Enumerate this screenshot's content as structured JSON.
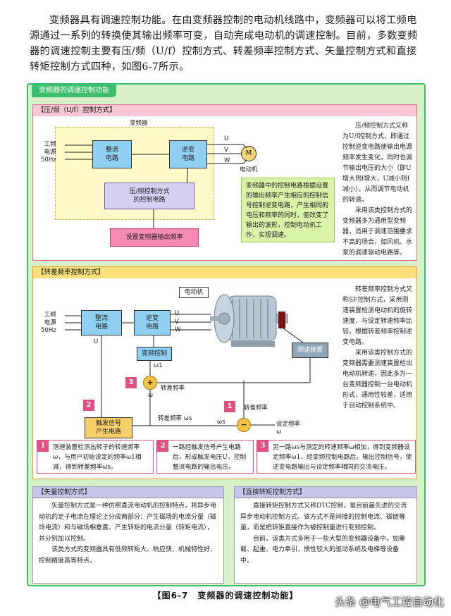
{
  "intro": "变频器具有调速控制功能。在由变频器控制的电动机线路中，变频器可以将工频电源通过一系列的转换使其输出频率可变，自动完成电动机的调速控制。目前，多数变频器的调速控制主要有压/频（U/f）控制方式、转差频率控制方式、矢量控制方式和直接转矩控制方式四种，如图6-7所示。",
  "frame_title": "变频器的调速控制功能",
  "panel1": {
    "title": "【压/频（U/f）控制方式】",
    "inverter_label": "变频器",
    "source_lines": [
      "工频",
      "电源",
      "50Hz"
    ],
    "rectifier": "整流\n电路",
    "inverter_circuit": "逆变\n电路",
    "uvw": [
      "U",
      "V",
      "W"
    ],
    "motor_symbol": "M",
    "motor_label": "电动机",
    "control_circuit": "压/频控制方式\n的控制电路",
    "set_freq": "设置变频器输出频率",
    "note": "变频器中的控制电路根据设置的输出频率产生相应的控制信号控制逆变电路，产生相同的电压和频率的同时，使改变了输出的波形，控制电动机工作，实现调速。",
    "side_p1": "压/频控制方式又称为U/f控制方式，即通过控制逆变电路使输出电源频率发生变化，同时也调节输出电压的大小（即U增大则f增大，U减小则f减小），从而调节电动机的转速。",
    "side_p2": "采用该类控制方式的变频器多为通用型变频器，适用于调速范围要求不高的场合，如风机、水泵的调速驱动电路等。"
  },
  "panel2": {
    "title": "【转差频率控制方式】",
    "source_lines": [
      "工频",
      "电源",
      "50Hz"
    ],
    "rectifier": "整流\n电路",
    "inverter_circuit": "逆变\n电路",
    "uvw": [
      "U",
      "V",
      "W"
    ],
    "u_label": "U",
    "motor_tag": "电动机",
    "speed_device": "测速装置",
    "freq_control": "变频控制",
    "w1": "ω1",
    "slip_freq_1": "转差频率",
    "slip_freq_2": "转差频率",
    "slip_freq_3": "转差频率 ωs",
    "w_label": "ω",
    "trigger": "触发信号\n产生电路",
    "set_freq": "设定频率",
    "set_w": "ω",
    "ws": "ωs",
    "plus": "+",
    "minus": "−",
    "tag1": "1",
    "tag2": "2",
    "tag3": "3",
    "side_p1": "转差频率控制方式又称SF控制方式，采用测速装置检测电动机的旋转速度，与设定转速频率比较，根据转差频率控制逆变电路。",
    "side_p2": "采用该类控制方式的变频器需要测速装置检出电动机转速，因此多为一台变频器控制一台电动机形式，通用性较差，适用于自动控制系统中。",
    "step1": "测速装置检测出转子的转速频率ω，与用户初始设定的频率ω1相减，得到转差频率ωs。",
    "step2": "一路经触发信号产生电路后，形成触发电压U，控制整流电路的输出电压。",
    "step3": "另一路ωs与测定的转速频率ω相加，得到变频器设定频率ω1，经变频控制电路后，输出控制信号，使逆变电路输出与设定频率相同的交流电压。"
  },
  "vector": {
    "title": "【矢量控制方式】",
    "p1": "矢量控制方式是一种仿照直流电动机的控制特点，将异步电动机的定子电流在理论上分成两部分：产生磁场的电流分量（磁场电流）和与磁场相垂直、产生转矩的电流分量（转矩电流），并分别加以控制。",
    "p2": "该类方式的变频器具有低频转矩大、响应快、机械特性好、控制精度高等特点。"
  },
  "dtc": {
    "title": "【直接转矩控制方式】",
    "p1": "直接转矩控制方式又称DTC控制，是目前最先进的交流异步电动机控制方式。该方式不是间接的控制电流、磁链等量，而是把转矩直接作为被控制量进行变频控制。",
    "p2": "目前，该类方式多用于一些大型的变频器设备中，如重载、起重、电力牵引、惯性较大的驱动系统及电梯等设备中。"
  },
  "caption": "【图6-7　变频器的调速控制功能】",
  "watermark": "头条 @电气工控自动化",
  "colors": {
    "frame_bg": "#d9efc7",
    "frame_border": "#3bbf6a",
    "block_blue": "#8fd0f2",
    "note_green": "#d9f4a8",
    "pink": "#f58ab3",
    "orange": "#f4c245"
  }
}
